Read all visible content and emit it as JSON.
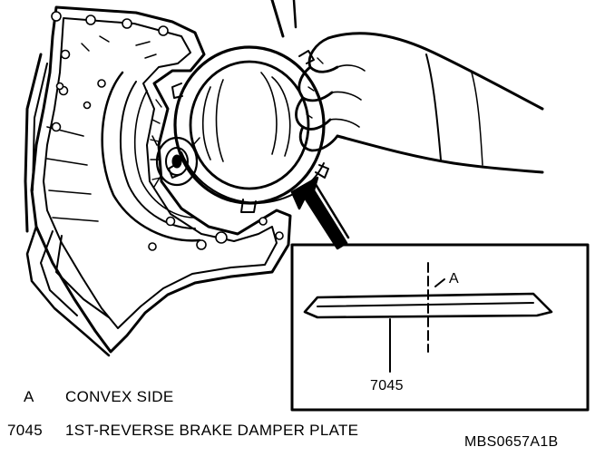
{
  "inset": {
    "label_a": "A",
    "label_part": "7045"
  },
  "legend": [
    {
      "key": "A",
      "text": "CONVEX SIDE"
    },
    {
      "key": "7045",
      "text": "1ST-REVERSE BRAKE DAMPER PLATE"
    }
  ],
  "figure_code": "MBS0657A1B",
  "colors": {
    "ink": "#000000",
    "paper": "#ffffff"
  }
}
